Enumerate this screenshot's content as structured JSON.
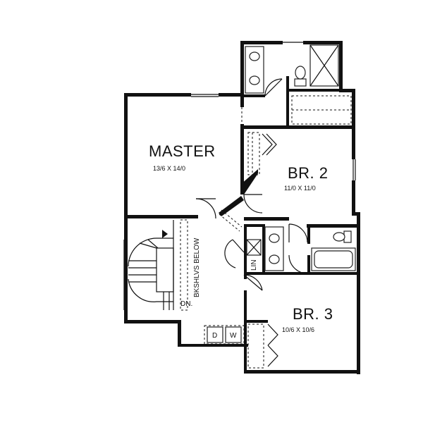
{
  "rooms": {
    "master": {
      "name": "MASTER",
      "dims": "13/6  X  14/0"
    },
    "br2": {
      "name": "BR. 2",
      "dims": "11/0  X  11/0"
    },
    "br3": {
      "name": "BR. 3",
      "dims": "10/6  X  10/6"
    }
  },
  "labels": {
    "bookshelves": "BKSHLVS BELOW",
    "stair_down": "DN.",
    "linen": "LIN",
    "dryer": "D",
    "washer": "W"
  }
}
